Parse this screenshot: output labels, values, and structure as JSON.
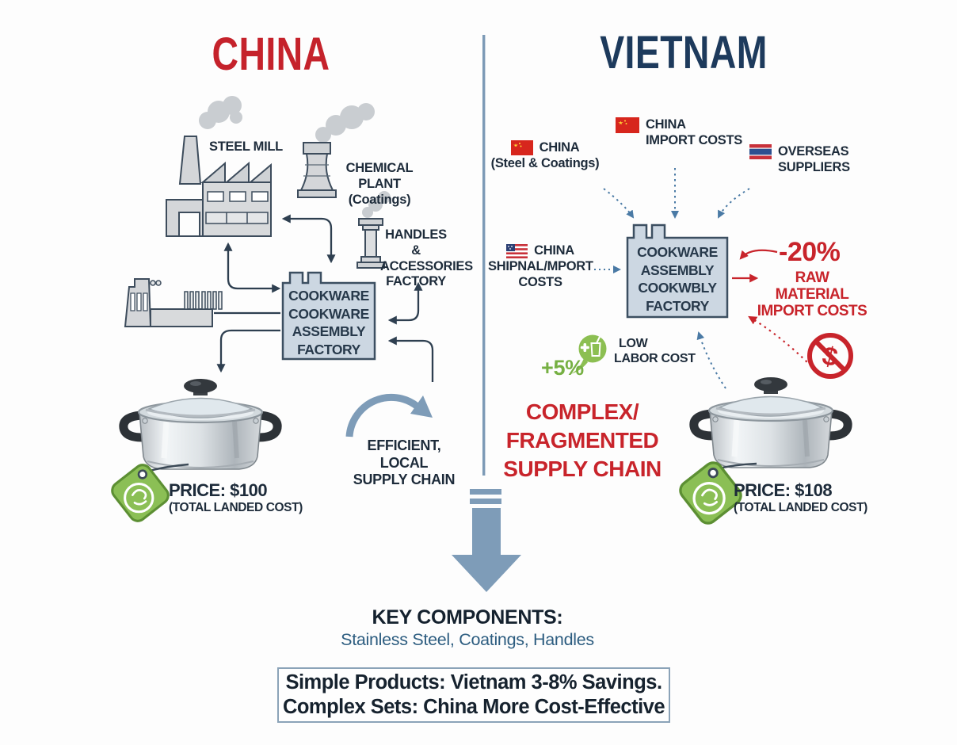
{
  "china": {
    "title": "CHINA",
    "steel_mill": "STEEL MILL",
    "chemical_plant": "CHEMICAL PLANT",
    "chemical_sub": "(Coatings)",
    "handles": [
      "HANDLES &",
      "ACCESSORIES",
      "FACTORY"
    ],
    "assembly": [
      "COOKWARE",
      "COOKWARE",
      "ASSEMBLY",
      "FACTORY"
    ],
    "efficient": [
      "EFFICIENT, LOCAL",
      "SUPPLY CHAIN"
    ],
    "price": "PRICE: $100",
    "price_sub": "(TOTAL LANDED COST)"
  },
  "vietnam": {
    "title": "VIETNAM",
    "source": {
      "label": "CHINA",
      "sub": "(Steel & Coatings)"
    },
    "import": [
      "CHINA",
      "IMPORT COSTS"
    ],
    "overseas": [
      "OVERSEAS",
      "SUPPLIERS"
    ],
    "shipping": [
      "CHINA",
      "SHIPNAL/MPORT",
      "COSTS"
    ],
    "assembly": [
      "COOKWARE",
      "ASSEMBLY",
      "COOKWBLY",
      "FACTORY"
    ],
    "labor_pct": "+5%",
    "labor": [
      "LOW",
      "LABOR COST"
    ],
    "raw_pct": "-20%",
    "raw": [
      "RAW MATERIAL",
      "IMPORT COSTS"
    ],
    "complex": [
      "COMPLEX/",
      "FRAGMENTED",
      "SUPPLY CHAIN"
    ],
    "price": "PRICE: $108",
    "price_sub": "(TOTAL LANDED COST)"
  },
  "footer": {
    "key_title": "KEY COMPONENTS:",
    "key_list": "Stainless Steel, Coatings, Handles",
    "conclusion": [
      "Simple Products: Vietnam 3-8% Savings.",
      "Complex Sets: China More Cost-Effective"
    ]
  },
  "icons": {
    "china_flag": "china-flag-icon",
    "us_flag": "us-flag-icon",
    "overseas_flag": "overseas-flag-icon",
    "price_tag": "money-tag-icon",
    "no_dollar": "no-dollar-icon",
    "labor_bubble": "labor-cost-bubble-icon",
    "down_arrow": "big-down-arrow-icon"
  },
  "colors": {
    "china_red": "#c5222b",
    "vietnam_navy": "#1d3a5c",
    "accent_red": "#c8242b",
    "steel_blue": "#7e9cb8",
    "dashed_blue": "#4a7aa5",
    "green": "#8bbf55",
    "text_dark": "#1d2b3a",
    "list_blue": "#2d5d80",
    "factory_box_fill": "#ccd7e2"
  }
}
